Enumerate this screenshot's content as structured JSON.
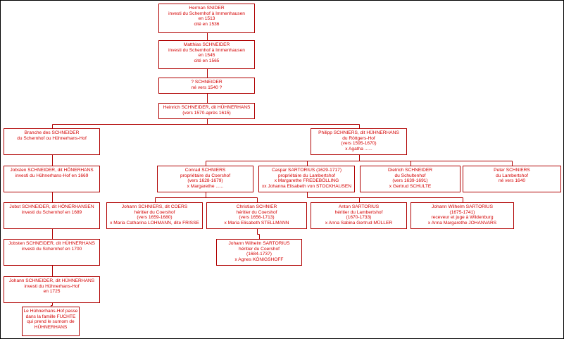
{
  "diagram": {
    "colors": {
      "box_border": "#b00000",
      "text": "#d40000",
      "connector": "#b00000",
      "frame": "#000000"
    },
    "nodes": [
      {
        "id": "n1",
        "lines": [
          "Herman SNIDER",
          "investi du Schernhof à Immenhausen",
          "en 1513",
          "cité en 1536"
        ]
      },
      {
        "id": "n2",
        "lines": [
          "Matthias SCHNEIDER",
          "investi du Schernhof à Immenhausen",
          "en 1545",
          "cité en 1565"
        ]
      },
      {
        "id": "n3",
        "lines": [
          "? SCHNEIDER",
          "né vers 1540 ?"
        ]
      },
      {
        "id": "n4",
        "lines": [
          "Heinrich SCHNEIDER, dit HÜHNERHANS",
          "(vers 1570-après 1615)"
        ]
      },
      {
        "id": "n5",
        "lines": [
          "Branche des SCHNEIDER",
          "du Schernhof ou Hühnerhans-Hof"
        ]
      },
      {
        "id": "n6",
        "lines": [
          "Philipp SCHNIERS, dit HÜHNERHANS",
          "du Röttgers-Hof",
          "(vers 1595-1670)",
          "x Agatha ......"
        ]
      },
      {
        "id": "n7",
        "lines": [
          "Jobsten SCHNEIDER, dit HÖNERHANS",
          "investi du Hühnerhans-Hof en 1669"
        ]
      },
      {
        "id": "n8",
        "lines": [
          "Conrad SCHNIERS",
          "propriétaire du Coershof",
          "(vers 1628-1679)",
          "x Margarethe ......"
        ]
      },
      {
        "id": "n9",
        "lines": [
          "Caspar SARTORIUS (1629-1717)",
          "propriétaire du Lambertshof",
          "x Margarethe FREDEBÖLLING",
          "xx Johanna Elisabeth von STOCKHAUSEN"
        ]
      },
      {
        "id": "n10",
        "lines": [
          "Dietrich SCHNEIDER",
          "du Schultenhof",
          "(vers 1639-1691)",
          "x Gertrud SCHULTE"
        ]
      },
      {
        "id": "n11",
        "lines": [
          "Peter SCHNIERS",
          "du Lambertshof",
          "né vers 1640"
        ]
      },
      {
        "id": "n12",
        "lines": [
          "Jobst SCHNEIDER, dit HÖNERHANSEN",
          "investi du Schernhof en 1689"
        ]
      },
      {
        "id": "n13",
        "lines": [
          "Johann SCHNIERS, dit COERS",
          "héritier du Coershof",
          "(vers 1659-1680)",
          "x Maria Catharina LOHMANN, dite FRISSE"
        ]
      },
      {
        "id": "n14",
        "lines": [
          "Christian SCHNIER",
          "héritier du Coershof",
          "(vers 1656-1713)",
          "x Maria Elisabeth STELLMANN"
        ]
      },
      {
        "id": "n15",
        "lines": [
          "Anton SARTORIUS",
          "héritier du Lambertshof",
          "(1670-1733)",
          "x Anna Sabina Gertrud MÜLLER"
        ]
      },
      {
        "id": "n16",
        "lines": [
          "Johann Wilhelm SARTORIUS",
          "(1675-1741)",
          "receveur et juge à Wildenburg",
          "x Anna Margarethe JOHANVARS"
        ]
      },
      {
        "id": "n17",
        "lines": [
          "Jobsten SCHNEIDER, dit HÜHNERHANS",
          "investi du Schernhof en 1700"
        ]
      },
      {
        "id": "n18",
        "lines": [
          "Johann Wilhelm SARTORIUS",
          "héritier du Coershof",
          "(1684-1737)",
          "x Agnes KÖNIGSHOFF"
        ]
      },
      {
        "id": "n19",
        "lines": [
          "Johann SCHNEIDER, dit HÜHNERHANS",
          "investi du Hühnerhans-Hof",
          "en 1725"
        ]
      },
      {
        "id": "n20",
        "lines": [
          "Le Hühnerhans-Hof passe",
          "dans la famille FUCHTE",
          "qui prend le surnom de",
          "HÜHNERHANS"
        ]
      }
    ],
    "edges": [
      [
        "n1",
        "n2"
      ],
      [
        "n2",
        "n3"
      ],
      [
        "n3",
        "n4"
      ],
      [
        "n4",
        "n5"
      ],
      [
        "n4",
        "n6"
      ],
      [
        "n5",
        "n7"
      ],
      [
        "n7",
        "n12"
      ],
      [
        "n12",
        "n17"
      ],
      [
        "n17",
        "n19"
      ],
      [
        "n19",
        "n20"
      ],
      [
        "n6",
        "n8"
      ],
      [
        "n6",
        "n9"
      ],
      [
        "n6",
        "n10"
      ],
      [
        "n6",
        "n11"
      ],
      [
        "n8",
        "n13"
      ],
      [
        "n8",
        "n14"
      ],
      [
        "n14",
        "n18"
      ],
      [
        "n9",
        "n15"
      ],
      [
        "n9",
        "n16"
      ]
    ]
  }
}
